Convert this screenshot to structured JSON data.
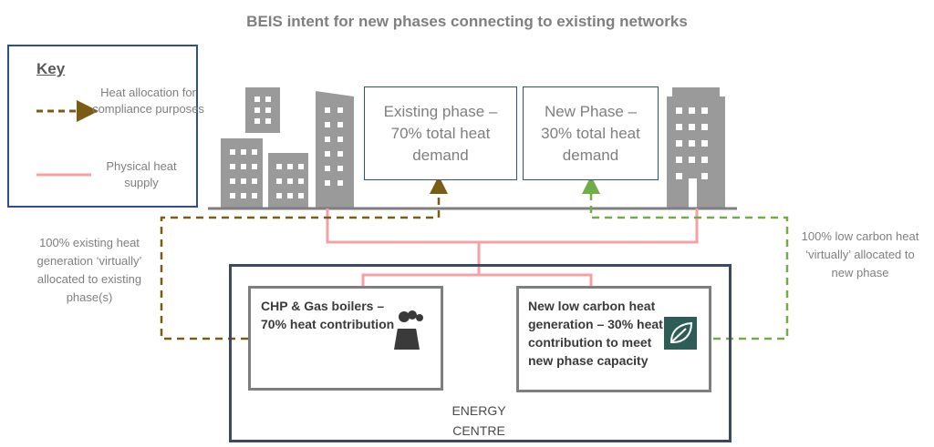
{
  "title": "BEIS intent for new phases connecting to existing networks",
  "key": {
    "title": "Key",
    "heat_allocation_label": "Heat allocation for compliance purposes",
    "physical_supply_label": "Physical heat supply"
  },
  "phases": {
    "existing": "Existing phase – 70% total heat demand",
    "new": "New Phase – 30% total heat demand"
  },
  "annotations": {
    "left": "100% existing heat generation ‘virtually’ allocated to existing phase(s)",
    "right": "100% low carbon heat ‘virtually’ allocated to new phase"
  },
  "energy_centre": {
    "label": "ENERGY CENTRE",
    "chp": "CHP & Gas boilers – 70% heat contribution",
    "low_carbon": "New low carbon heat generation – 30% heat contribution to meet new phase capacity"
  },
  "colors": {
    "heat_allocation_existing": "#7a5c13",
    "heat_allocation_new": "#70ad47",
    "physical_supply": "#f4a0a4",
    "building": "#9a9a9a",
    "box_border": "#2f4f8c",
    "energy_centre_border": "#3b4a5f",
    "leaf_badge": "#2e5c57"
  },
  "icons": [
    "factory-icon",
    "leaf-icon",
    "buildings-icon"
  ]
}
